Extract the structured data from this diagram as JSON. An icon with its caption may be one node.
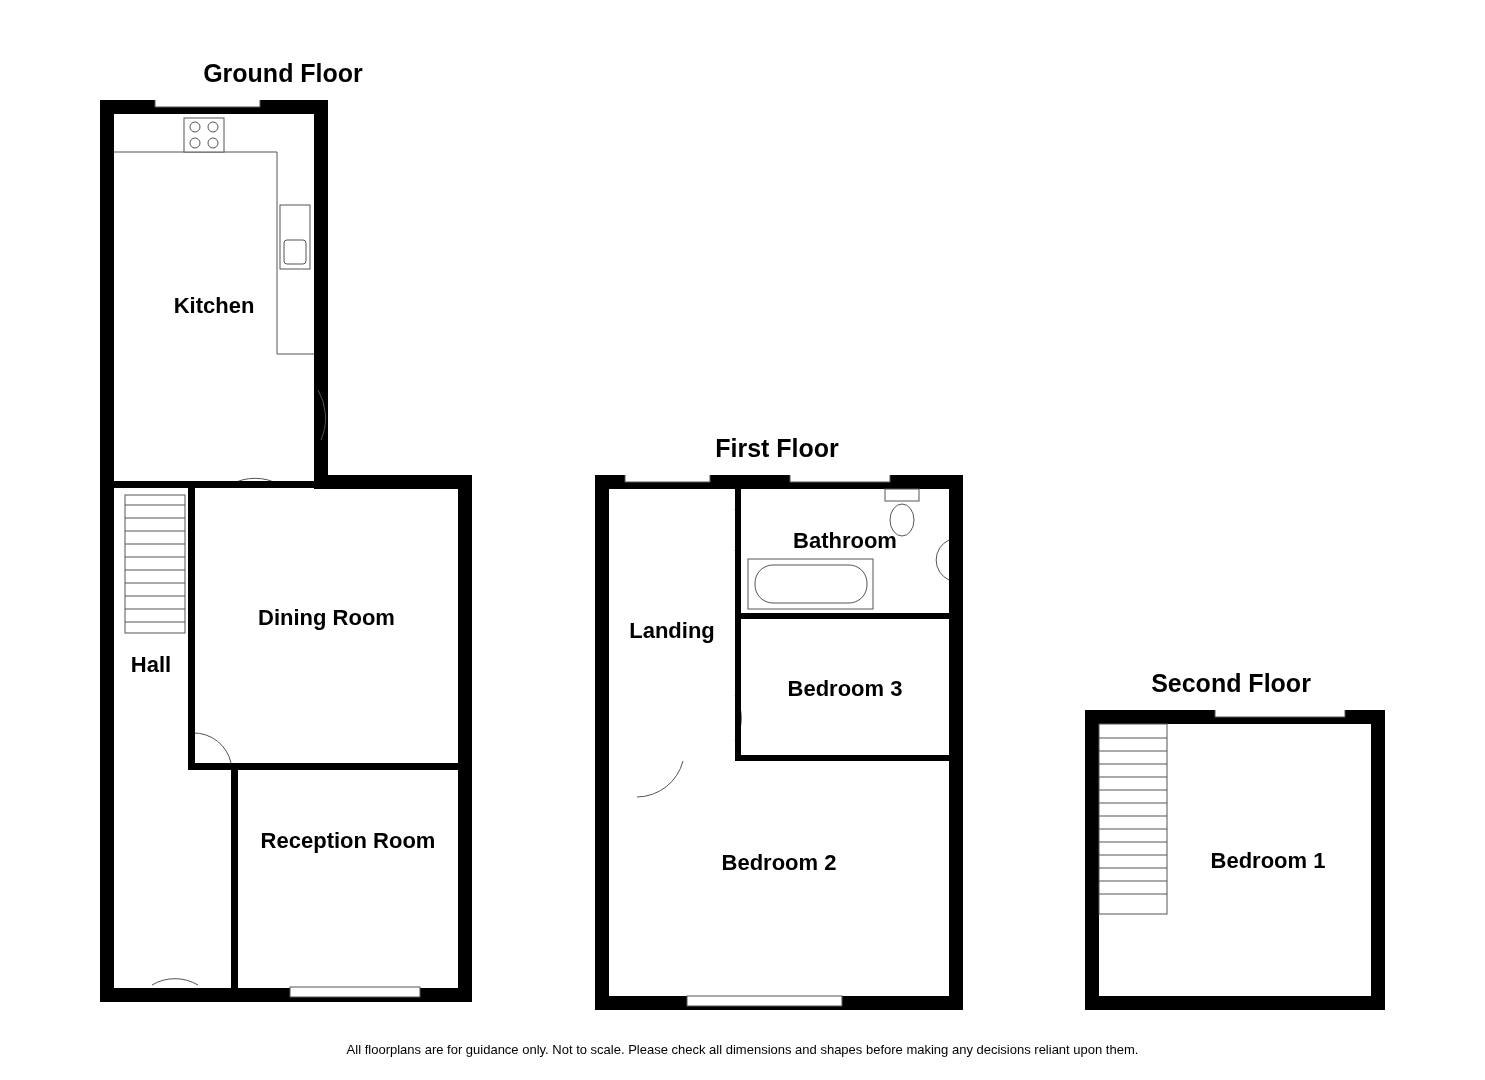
{
  "diagram": {
    "caption": "All floorplans are for guidance only. Not to scale. Please check all dimensions and shapes before making any decisions reliant upon them.",
    "nodes": [
      {
        "text": [
          "Ground Floor"
        ]
      },
      {
        "text": [
          "Kitchen"
        ],
        "in": 0
      },
      {
        "text": [
          "Hall"
        ],
        "in": 0
      },
      {
        "text": [
          "Dining Room"
        ],
        "in": 0
      },
      {
        "text": [
          "Reception Room"
        ],
        "in": 0
      },
      {
        "text": [
          "First Floor"
        ]
      },
      {
        "text": [
          "Landing"
        ],
        "in": 5
      },
      {
        "text": [
          "Bathroom"
        ],
        "in": 5
      },
      {
        "text": [
          "Bedroom 3"
        ],
        "in": 5
      },
      {
        "text": [
          "Bedroom 2"
        ],
        "in": 5
      },
      {
        "text": [
          "Second Floor"
        ]
      },
      {
        "text": [
          "Bedroom 1"
        ],
        "in": 10
      }
    ]
  }
}
